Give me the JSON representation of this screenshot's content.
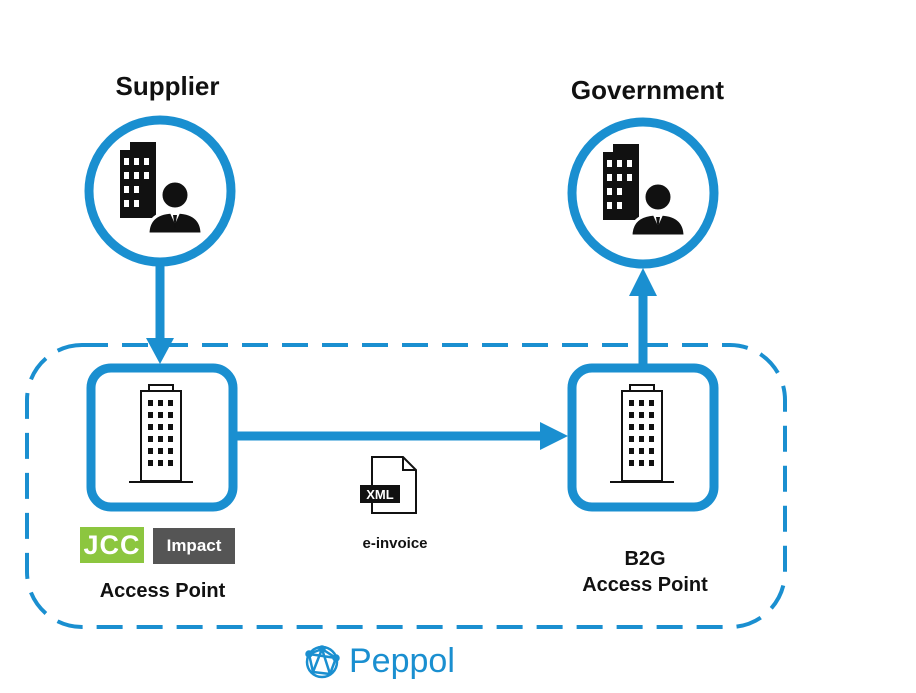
{
  "colors": {
    "accent": "#1a8fd0",
    "icon": "#111111",
    "jcc_green": "#8cc63f",
    "impact_gray": "#555555"
  },
  "supplier": {
    "title": "Supplier",
    "icon": "office-building-with-businessman-icon"
  },
  "government": {
    "title": "Government",
    "icon": "office-building-with-businessman-icon"
  },
  "access_point_left": {
    "icon": "office-building-icon",
    "brand_jcc": "JCC",
    "brand_impact": "Impact",
    "label": "Access Point"
  },
  "access_point_right": {
    "icon": "office-building-icon",
    "label_line1": "B2G",
    "label_line2": "Access Point"
  },
  "document": {
    "badge": "XML",
    "label": "e-invoice"
  },
  "network": {
    "name": "Peppol",
    "icon": "peppol-network-icon"
  }
}
